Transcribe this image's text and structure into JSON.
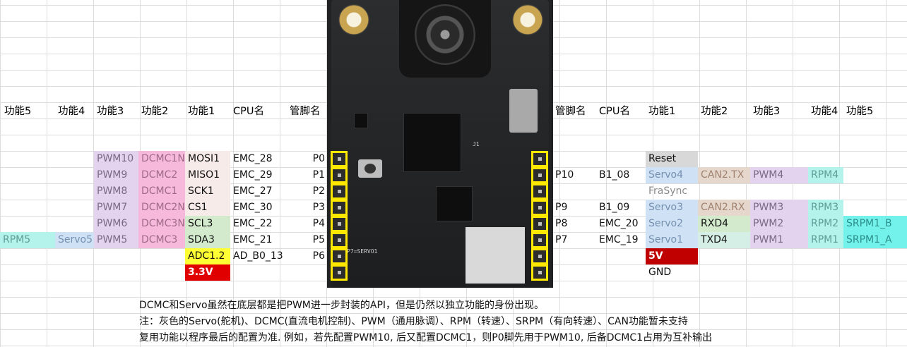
{
  "left_headers": [
    "功能5",
    "功能4",
    "功能3",
    "功能2",
    "功能1",
    "CPU名",
    "管脚名"
  ],
  "right_headers": [
    "管脚名",
    "CPU名",
    "功能1",
    "功能2",
    "功能3",
    "功能4",
    "功能5"
  ],
  "left_rows": [
    {
      "f5": "",
      "f4": "",
      "f3": "PWM10",
      "f2": "DCMC1N",
      "f1": "MOSI1",
      "cpu": "EMC_28",
      "pin": "P0"
    },
    {
      "f5": "",
      "f4": "",
      "f3": "PWM9",
      "f2": "DCMC2",
      "f1": "MISO1",
      "cpu": "EMC_29",
      "pin": "P1"
    },
    {
      "f5": "",
      "f4": "",
      "f3": "PWM8",
      "f2": "DCMC1",
      "f1": "SCK1",
      "cpu": "EMC_27",
      "pin": "P2"
    },
    {
      "f5": "",
      "f4": "",
      "f3": "PWM7",
      "f2": "DCMC2N",
      "f1": "CS1",
      "cpu": "EMC_30",
      "pin": "P3"
    },
    {
      "f5": "",
      "f4": "",
      "f3": "PWM6",
      "f2": "DCMC3N",
      "f1": "SCL3",
      "cpu": "EMC_22",
      "pin": "P4"
    },
    {
      "f5": "RPM5",
      "f4": "Servo5",
      "f3": "PWM5",
      "f2": "DCMC3",
      "f1": "SDA3",
      "cpu": "EMC_21",
      "pin": "P5"
    },
    {
      "f5": "",
      "f4": "",
      "f3": "",
      "f2": "",
      "f1": "ADC1.2",
      "cpu": "AD_B0_13",
      "pin": "P6"
    },
    {
      "f5": "",
      "f4": "",
      "f3": "",
      "f2": "",
      "f1": "3.3V",
      "cpu": "",
      "pin": ""
    }
  ],
  "right_rows": [
    {
      "pin": "",
      "cpu": "",
      "f1": "Reset",
      "f2": "",
      "f3": "",
      "f4": "",
      "f5": ""
    },
    {
      "pin": "P10",
      "cpu": "B1_08",
      "f1": "Servo4",
      "f2": "CAN2.TX",
      "f3": "PWM4",
      "f4": "RPM4",
      "f5": ""
    },
    {
      "pin": "",
      "cpu": "",
      "f1": "FraSync",
      "f2": "",
      "f3": "",
      "f4": "",
      "f5": ""
    },
    {
      "pin": "P9",
      "cpu": "B1_09",
      "f1": "Servo3",
      "f2": "CAN2.RX",
      "f3": "PWM3",
      "f4": "RPM3",
      "f5": ""
    },
    {
      "pin": "P8",
      "cpu": "EMC_20",
      "f1": "Servo2",
      "f2": "RXD4",
      "f3": "PWM2",
      "f4": "RPM2",
      "f5": "SRPM1_B"
    },
    {
      "pin": "P7",
      "cpu": "EMC_19",
      "f1": "Servo1",
      "f2": "TXD4",
      "f3": "PWM1",
      "f4": "RPM1",
      "f5": "SRPM1_A"
    },
    {
      "pin": "",
      "cpu": "",
      "f1": "5V",
      "f2": "",
      "f3": "",
      "f4": "",
      "f5": ""
    },
    {
      "pin": "",
      "cpu": "",
      "f1": "GND",
      "f2": "",
      "f3": "",
      "f4": "",
      "f5": ""
    }
  ],
  "notes": [
    "DCMC和Servo虽然在底层都是把PWM进一步封装的API，但是仍然以独立功能的身份出现。",
    "注：灰色的Servo(舵机)、DCMC(直流电机控制)、PWM（通用脉调）、RPM（转速）、SRPM（有向转速）、CAN功能暂未支持",
    "复用功能以程序最后的配置为准. 例如，若先配置PWM10, 后又配置DCMC1，则P0脚先用于PWM10, 后备DCMC1占用为互补输出"
  ],
  "colors": {
    "purple": "#e3d3ef",
    "pink": "#f6b9dc",
    "green": "#d3ebcc",
    "yellow": "#ffff33",
    "red": "#e00000",
    "blue": "#cfe2f5",
    "tan": "#e5d7cc",
    "aqua": "#b4f3ec",
    "pin_highlight": "#ffe800"
  }
}
